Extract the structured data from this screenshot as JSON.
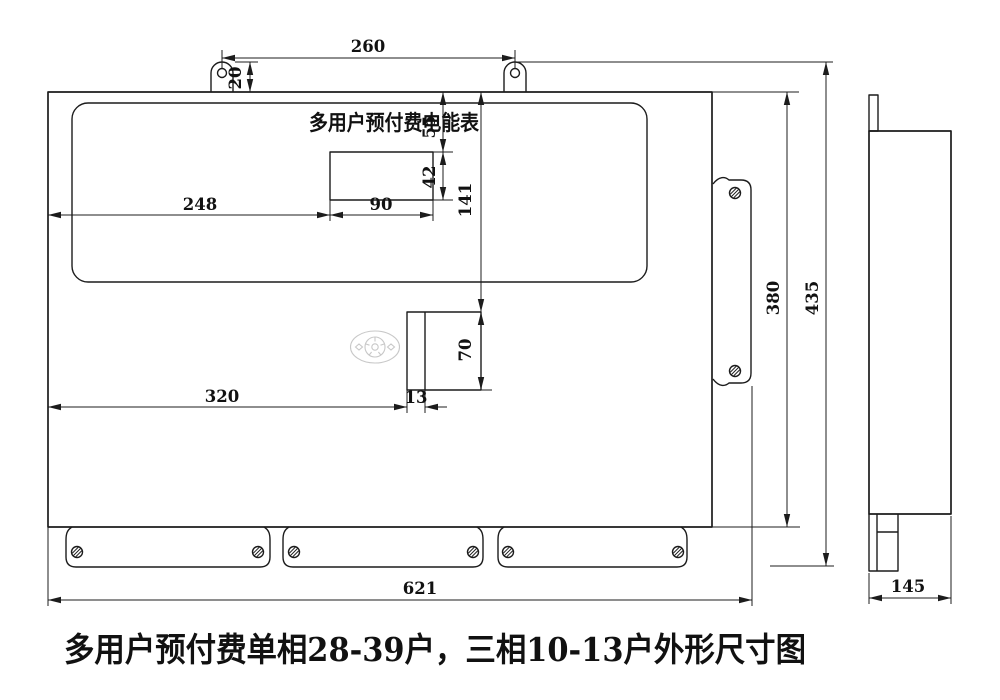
{
  "drawing": {
    "inner_title": "多用户预付费电能表",
    "caption": "多用户预付费单相28-39户，三相10-13户外形尺寸图",
    "dims": {
      "mount_spacing": "260",
      "ear_height": "20",
      "display_top": "55",
      "display_h": "42",
      "upper_h": "141",
      "display_left": "248",
      "display_w": "90",
      "slot_h": "70",
      "slot_left": "320",
      "slot_w": "13",
      "body_h": "380",
      "total_h": "435",
      "total_w": "621",
      "depth": "145"
    },
    "colors": {
      "line": "#1c1c1c",
      "watermark": "#c8c8c8",
      "background": "#ffffff"
    }
  }
}
